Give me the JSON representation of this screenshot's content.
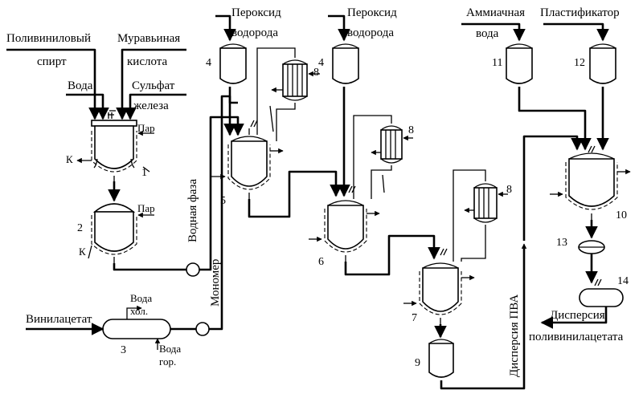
{
  "inputs": {
    "polyvinyl_alcohol_1": "Поливиниловый",
    "polyvinyl_alcohol_2": "спирт",
    "formic_acid_1": "Муравьиная",
    "formic_acid_2": "кислота",
    "water": "Вода",
    "iron_sulfate_1": "Сульфат",
    "iron_sulfate_2": "железа",
    "peroxide_a_1": "Пероксид",
    "peroxide_a_2": "водорода",
    "peroxide_b_1": "Пероксид",
    "peroxide_b_2": "водорода",
    "ammonia_1": "Аммиачная",
    "ammonia_2": "вода",
    "plasticizer": "Пластификатор",
    "vinyl_acetate": "Винилацетат"
  },
  "side_labels": {
    "steam_1": "Пар",
    "steam_2": "Пар",
    "condensate_1": "К",
    "condensate_2": "К",
    "cold_water_1": "Вода",
    "cold_water_2": "хол.",
    "hot_water_1": "Вода",
    "hot_water_2": "гор.",
    "aqueous_phase": "Водная фаза",
    "monomer": "Мономер",
    "pva_dispersion": "Дисперсия ПВА"
  },
  "product": {
    "line_1": "Дисперсия",
    "line_2": "поливинилацетата"
  },
  "equipment_numbers": {
    "n1": "1",
    "n2": "2",
    "n3": "3",
    "n4a": "4",
    "n4b": "4",
    "n5": "5",
    "n6": "6",
    "n7": "7",
    "n8a": "8",
    "n8b": "8",
    "n8c": "8",
    "n9": "9",
    "n10": "10",
    "n11": "11",
    "n12": "12",
    "n13": "13",
    "n14": "14"
  }
}
